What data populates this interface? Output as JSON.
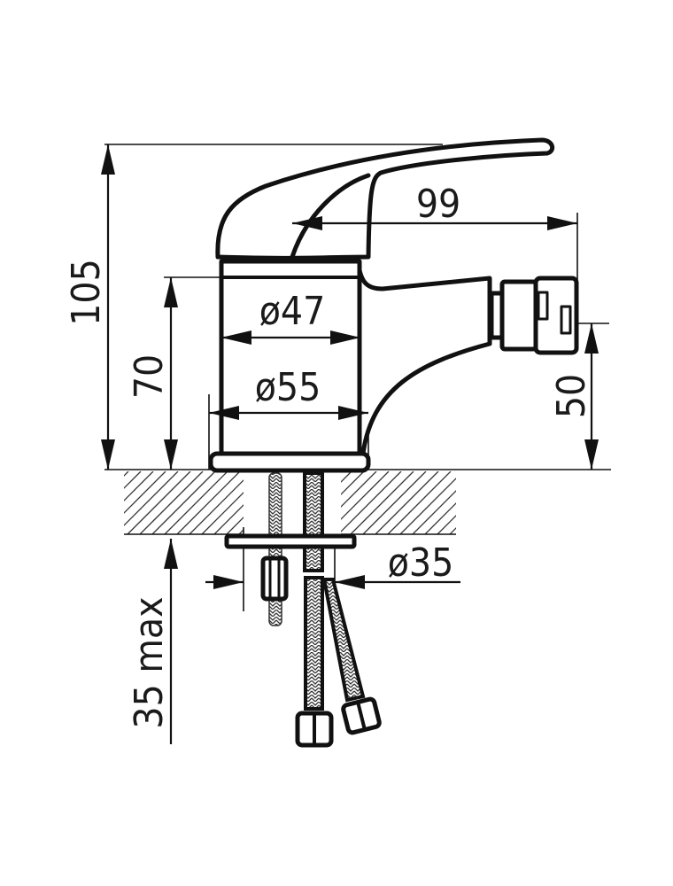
{
  "drawing": {
    "title": "Bidet mixer dimension drawing",
    "dimensions": {
      "total_height": "105",
      "body_height": "70",
      "spout_reach": "99",
      "body_diameter": "ø47",
      "base_diameter": "ø55",
      "spout_height": "50",
      "hole_diameter": "ø35",
      "max_counter_thickness": "35 max"
    },
    "colors": {
      "line": "#111111",
      "background": "#ffffff"
    }
  }
}
